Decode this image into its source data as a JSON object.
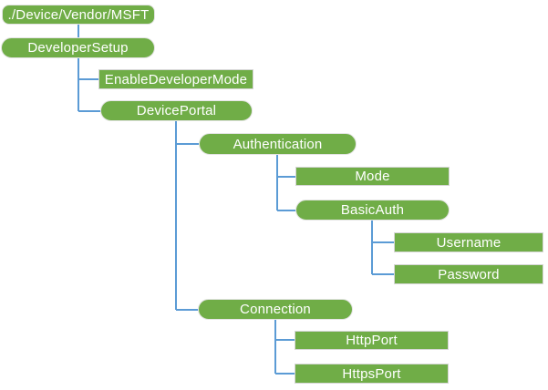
{
  "colors": {
    "node_fill": "#70AD47",
    "connector": "#5B9BD5",
    "node_text": "#FFFFFF",
    "leaf_border": "#D6D6D6",
    "pill_border": "#E4E4E4",
    "background": "#FFFFFF"
  },
  "tree": {
    "nodes": [
      {
        "label": "./Device/Vendor/MSFT",
        "type": "root",
        "parent": null
      },
      {
        "label": "DeveloperSetup",
        "type": "branch",
        "parent": "./Device/Vendor/MSFT"
      },
      {
        "label": "EnableDeveloperMode",
        "type": "leaf",
        "parent": "DeveloperSetup"
      },
      {
        "label": "DevicePortal",
        "type": "branch",
        "parent": "DeveloperSetup"
      },
      {
        "label": "Authentication",
        "type": "branch",
        "parent": "DevicePortal"
      },
      {
        "label": "Mode",
        "type": "leaf",
        "parent": "Authentication"
      },
      {
        "label": "BasicAuth",
        "type": "branch",
        "parent": "Authentication"
      },
      {
        "label": "Username",
        "type": "leaf",
        "parent": "BasicAuth"
      },
      {
        "label": "Password",
        "type": "leaf",
        "parent": "BasicAuth"
      },
      {
        "label": "Connection",
        "type": "branch",
        "parent": "DevicePortal"
      },
      {
        "label": "HttpPort",
        "type": "leaf",
        "parent": "Connection"
      },
      {
        "label": "HttpsPort",
        "type": "leaf",
        "parent": "Connection"
      }
    ]
  }
}
